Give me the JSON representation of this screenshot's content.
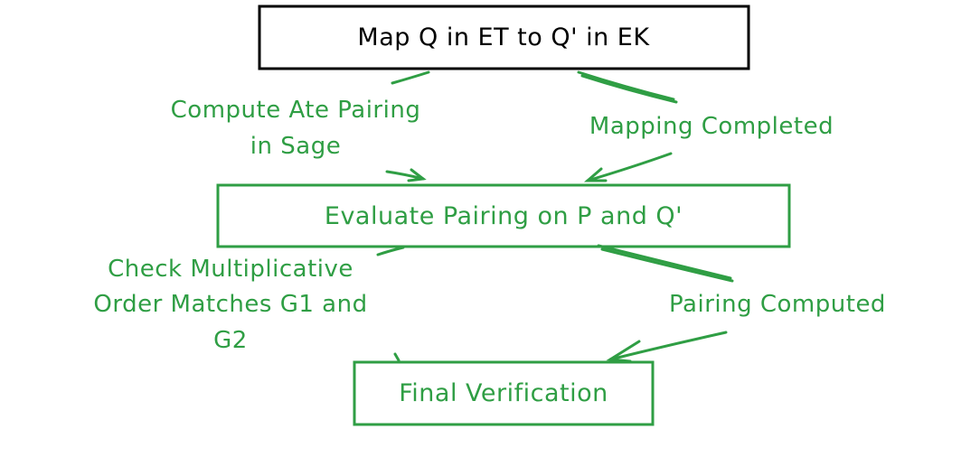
{
  "colors": {
    "primary": "#000000",
    "accent": "#2f9e44",
    "background": "#ffffff"
  },
  "nodes": {
    "map_q": {
      "label": "Map Q in ET to Q' in EK"
    },
    "evaluate_pairing": {
      "label": "Evaluate Pairing on P and Q'"
    },
    "final_verification": {
      "label": "Final Verification"
    }
  },
  "edges": {
    "compute_ate": {
      "line1": "Compute Ate Pairing",
      "line2": "in Sage"
    },
    "mapping_completed": {
      "label": "Mapping Completed"
    },
    "check_order": {
      "line1": "Check Multiplicative",
      "line2": "Order Matches G1 and",
      "line3": "G2"
    },
    "pairing_computed": {
      "label": "Pairing Computed"
    }
  }
}
